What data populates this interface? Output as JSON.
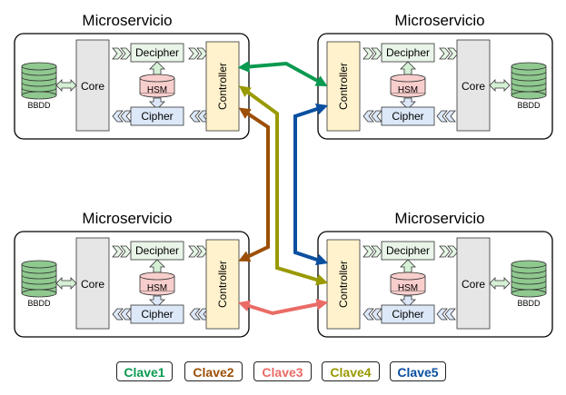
{
  "service_label": "Microservicio",
  "core_label": "Core",
  "controller_label": "Controller",
  "decipher_label": "Decipher",
  "cipher_label": "Cipher",
  "hsm_label": "HSM",
  "bbdd_label": "BBDD",
  "colors": {
    "clave1": "#0a9950",
    "clave2": "#9c4f06",
    "clave3": "#ea6b66",
    "clave4": "#999900",
    "clave5": "#0a4fa0"
  },
  "legend": [
    {
      "label": "Clave1",
      "color": "#0a9950"
    },
    {
      "label": "Clave2",
      "color": "#9c4f06"
    },
    {
      "label": "Clave3",
      "color": "#ea6b66"
    },
    {
      "label": "Clave4",
      "color": "#999900"
    },
    {
      "label": "Clave5",
      "color": "#0a4fa0"
    }
  ]
}
